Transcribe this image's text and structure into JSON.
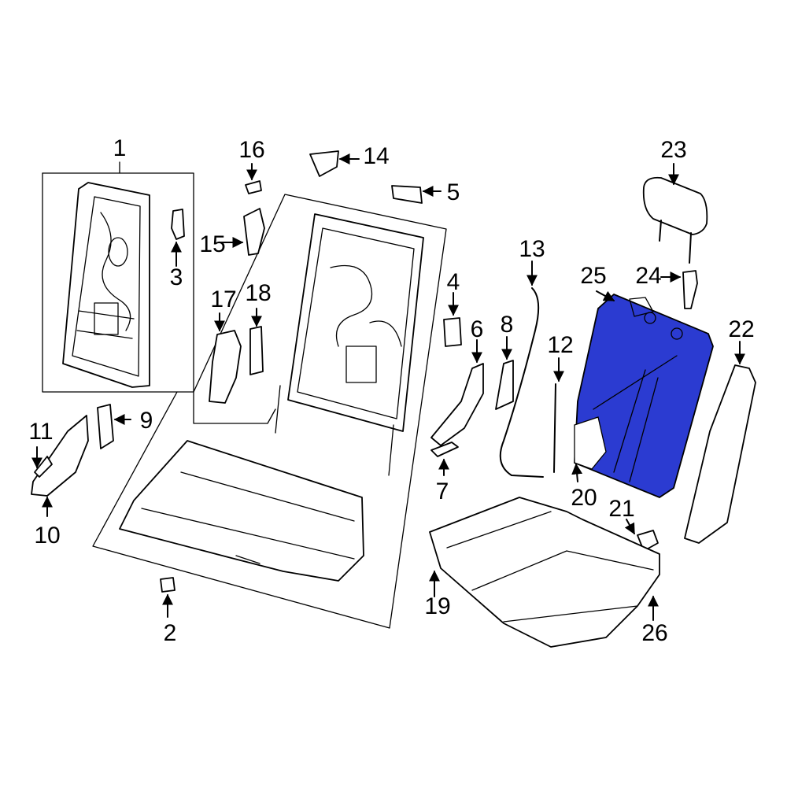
{
  "diagram": {
    "highlight_color": "#2b3bd1",
    "callouts": [
      {
        "id": "1",
        "label": "1"
      },
      {
        "id": "2",
        "label": "2"
      },
      {
        "id": "3",
        "label": "3"
      },
      {
        "id": "4",
        "label": "4"
      },
      {
        "id": "5",
        "label": "5"
      },
      {
        "id": "6",
        "label": "6"
      },
      {
        "id": "7",
        "label": "7"
      },
      {
        "id": "8",
        "label": "8"
      },
      {
        "id": "9",
        "label": "9"
      },
      {
        "id": "10",
        "label": "10"
      },
      {
        "id": "11",
        "label": "11"
      },
      {
        "id": "12",
        "label": "12"
      },
      {
        "id": "13",
        "label": "13"
      },
      {
        "id": "14",
        "label": "14"
      },
      {
        "id": "15",
        "label": "15"
      },
      {
        "id": "16",
        "label": "16"
      },
      {
        "id": "17",
        "label": "17"
      },
      {
        "id": "18",
        "label": "18"
      },
      {
        "id": "19",
        "label": "19"
      },
      {
        "id": "20",
        "label": "20"
      },
      {
        "id": "21",
        "label": "21"
      },
      {
        "id": "22",
        "label": "22"
      },
      {
        "id": "23",
        "label": "23"
      },
      {
        "id": "24",
        "label": "24"
      },
      {
        "id": "25",
        "label": "25"
      },
      {
        "id": "26",
        "label": "26"
      }
    ]
  }
}
